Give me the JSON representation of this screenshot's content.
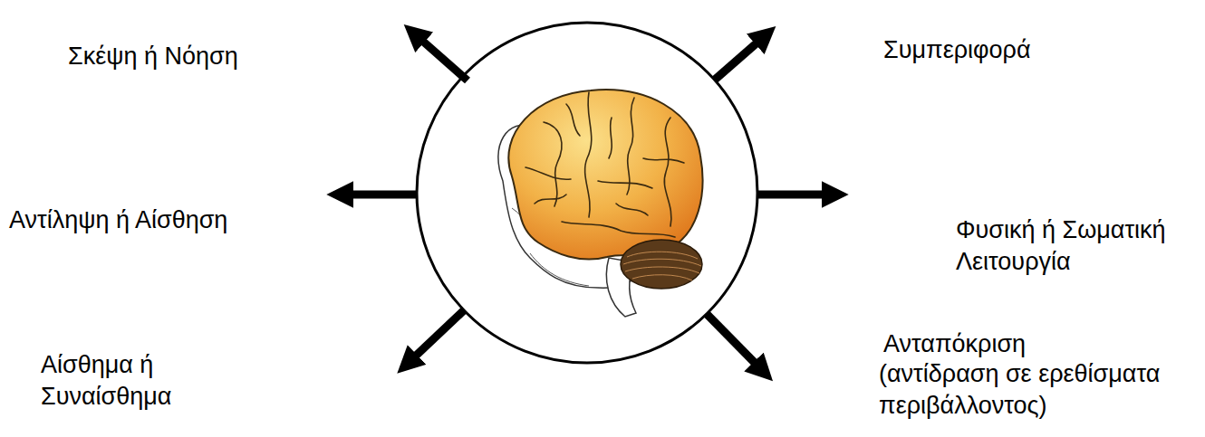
{
  "diagram": {
    "labels": [
      "Σκέψη ή Νόηση",
      "Συμπεριφορά",
      "Αντίληψη ή Αίσθηση",
      "Φυσική ή Σωματική Λειτουργία",
      "Αίσθημα ή Συναίσθημα",
      "Ανταπόκριση",
      "(αντίδραση σε ερεθίσματα περιβάλλοντος)"
    ]
  }
}
